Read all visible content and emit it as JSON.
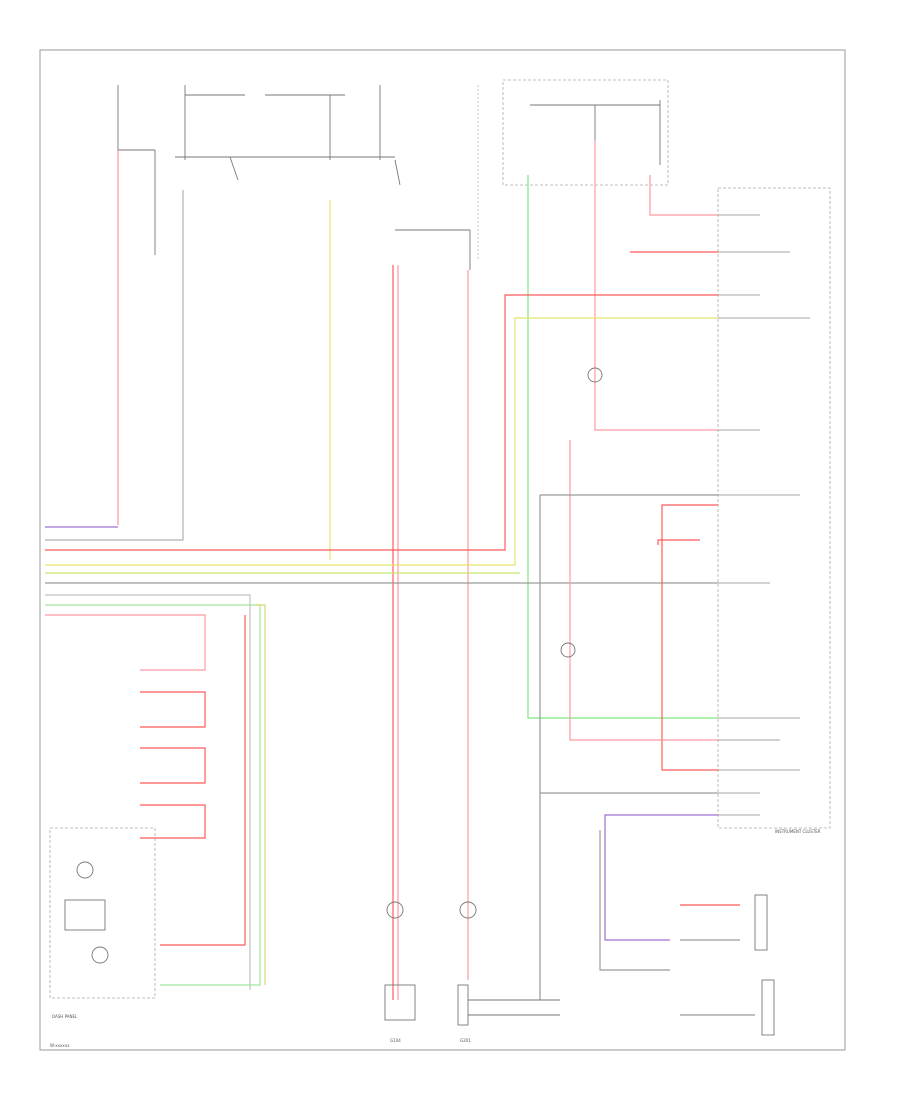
{
  "figure_id": "W-xxxxxx",
  "sections": {
    "dash_panel": "DASH PANEL",
    "instrument_cluster": "INSTRUMENT CLUSTER"
  },
  "ground_labels": [
    "G104",
    "G201"
  ],
  "colors": {
    "red": "#ff5a5a",
    "pink": "#ff9aa2",
    "green": "#7de87d",
    "yellow": "#e8e36a",
    "gray": "#9a9a9a",
    "purple": "#a070d0",
    "black": "#555555"
  }
}
